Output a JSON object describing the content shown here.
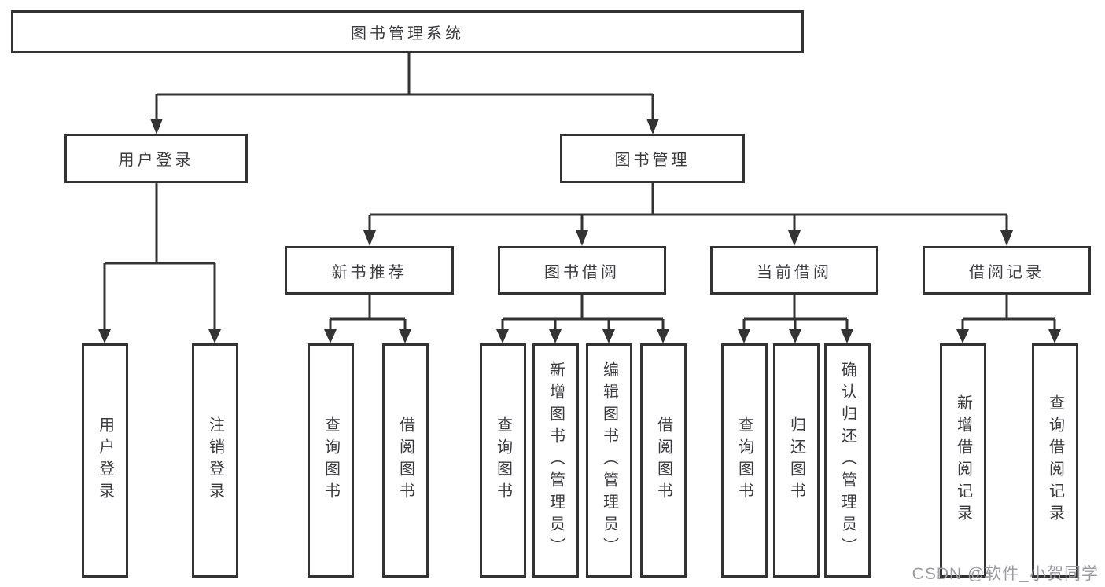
{
  "nodes": {
    "root": "图书管理系统",
    "user_login": "用户登录",
    "book_management": "图书管理",
    "new_book_recommend": "新书推荐",
    "book_borrowing": "图书借阅",
    "current_borrowing": "当前借阅",
    "borrowing_records": "借阅记录",
    "leaf_user_login": "用户登录",
    "leaf_logout": "注销登录",
    "leaf_nbr_query_books": "查询图书",
    "leaf_nbr_borrow_books": "借阅图书",
    "leaf_bb_query_books": "查询图书",
    "leaf_bb_add_books": "新增图书（管理员）",
    "leaf_bb_edit_books": "编辑图书（管理员）",
    "leaf_bb_borrow_books": "借阅图书",
    "leaf_cb_query_books": "查询图书",
    "leaf_cb_return_books": "归还图书",
    "leaf_cb_confirm_return": "确认归还（管理员）",
    "leaf_br_add_record": "新增借阅记录",
    "leaf_br_query_record": "查询借阅记录"
  },
  "watermark": "CSDN @软件_小贺同学",
  "colors": {
    "line": "#333333",
    "text": "#3b3b3f",
    "watermark": "#9b9ba3",
    "background": "#ffffff"
  }
}
